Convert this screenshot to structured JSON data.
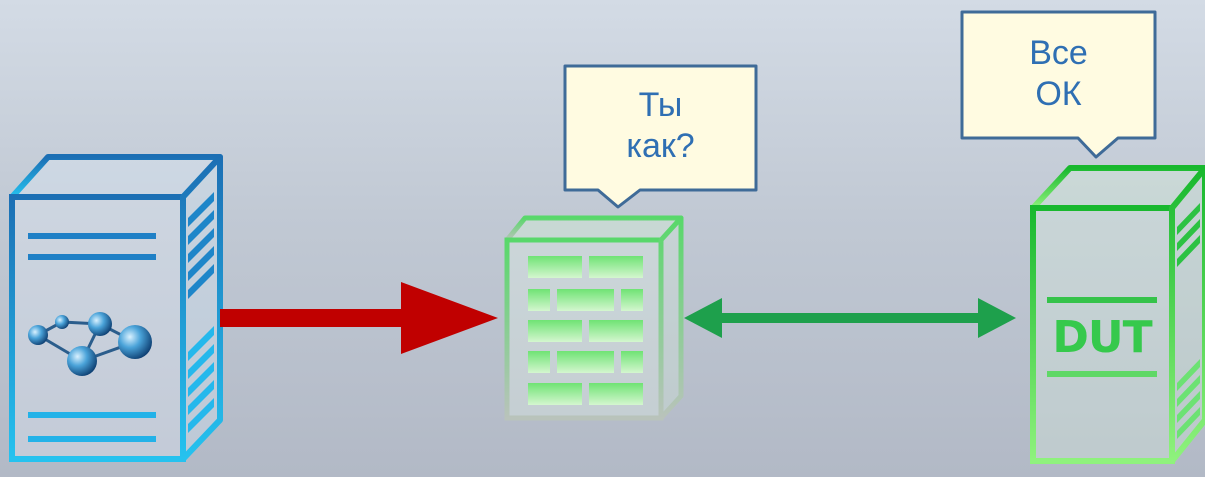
{
  "diagram": {
    "nodes": {
      "source": {
        "icon": "network-server-icon"
      },
      "middle": {
        "icon": "firewall-icon"
      },
      "target": {
        "icon": "server-icon",
        "label": "DUT"
      }
    },
    "bubbles": {
      "middle": {
        "line1": "Ты",
        "line2": "как?"
      },
      "target": {
        "line1": "Все",
        "line2": "ОК"
      }
    },
    "edges": {
      "source_to_middle": {
        "color": "#c00000",
        "direction": "one-way"
      },
      "middle_to_target": {
        "color": "#1ea04c",
        "direction": "two-way"
      }
    },
    "colors": {
      "source_server": "#1b95d6",
      "green_nodes": "#2fd14a",
      "bubble_text": "#2f6fb3"
    }
  }
}
